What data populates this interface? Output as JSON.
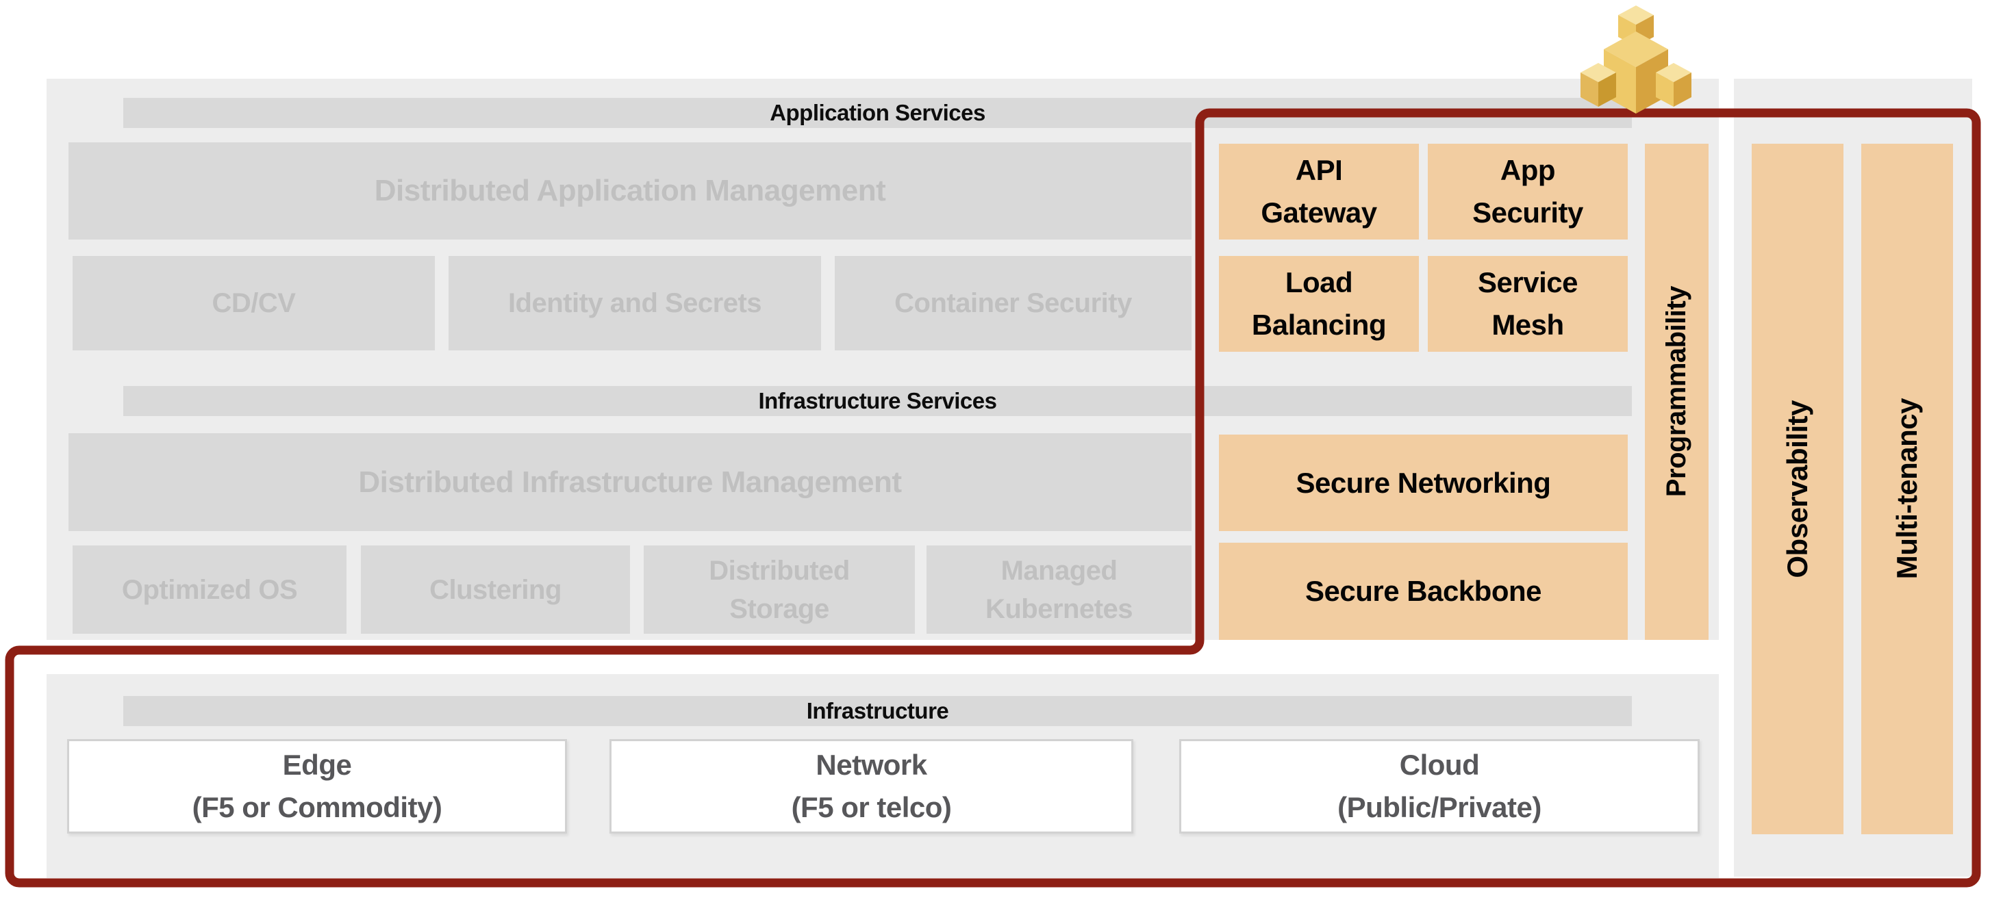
{
  "palette": {
    "page_bg": "#ffffff",
    "panel_bg": "#ededed",
    "bar_bg": "#d9d9d9",
    "gray_box_bg": "#d9d9d9",
    "gray_box_text": "#c0c0c0",
    "orange_box_bg": "#f2cda1",
    "black_text": "#0d0d0d",
    "white_box_text": "#57575a",
    "red_outline": "#8d1f14",
    "logo_gold_top": "#f7e2a2",
    "logo_gold_left": "#eec968",
    "logo_gold_right": "#d6a33f"
  },
  "app_services": {
    "header": "Application Services",
    "management": "Distributed Application Management",
    "cdcv": "CD/CV",
    "identity": "Identity and Secrets",
    "container_security": "Container Security",
    "api_gateway": [
      "API",
      "Gateway"
    ],
    "app_security": [
      "App",
      "Security"
    ],
    "load_balancing": [
      "Load",
      "Balancing"
    ],
    "service_mesh": [
      "Service",
      "Mesh"
    ]
  },
  "infra_services": {
    "header": "Infrastructure Services",
    "management": "Distributed Infrastructure Management",
    "optimized_os": "Optimized OS",
    "clustering": "Clustering",
    "distributed_storage": [
      "Distributed",
      "Storage"
    ],
    "managed_kubernetes": [
      "Managed",
      "Kubernetes"
    ],
    "secure_networking": "Secure Networking",
    "secure_backbone": "Secure Backbone"
  },
  "cross_cutting": {
    "programmability": "Programmability",
    "observability": "Observability",
    "multi_tenancy": "Multi-tenancy"
  },
  "infrastructure": {
    "header": "Infrastructure",
    "edge": [
      "Edge",
      "(F5 or Commodity)"
    ],
    "network": [
      "Network",
      "(F5 or telco)"
    ],
    "cloud": [
      "Cloud",
      "(Public/Private)"
    ]
  }
}
